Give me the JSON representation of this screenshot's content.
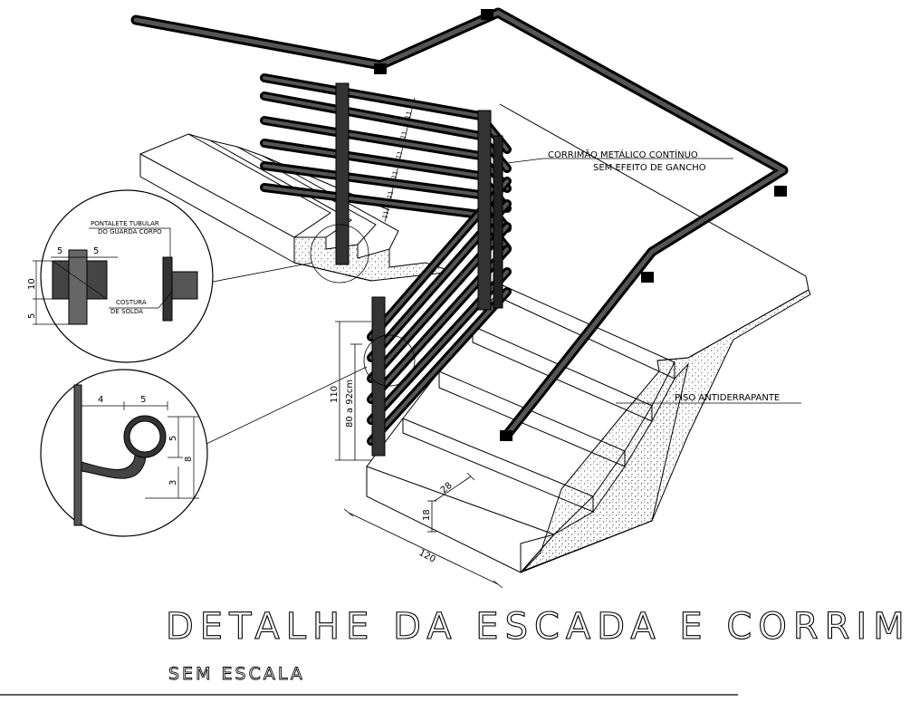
{
  "title": "DETALHE DA ESCADA E CORRIMÃO",
  "subtitle": "SEM ESCALA",
  "labels": {
    "handrail_line1": "CORRIMÃO METÁLICO CONTÍNUO",
    "handrail_line2": "SEM EFEITO DE GANCHO",
    "floor": "PISO ANTIDERRAPANTE",
    "post_line1": "PONTALETE TUBULAR",
    "post_line2": "DO GUARDA CORPO",
    "weld_line1": "COSTURA",
    "weld_line2": "DE SOLDA"
  },
  "dimensions": {
    "stair_width": "120",
    "riser": "18",
    "tread": "28",
    "guard_height": "110",
    "handrail_height": "80 a 92cm",
    "post_a": "5",
    "post_b": "5",
    "post_c": "10",
    "post_d": "5",
    "bracket_a": "4",
    "bracket_b": "5",
    "bracket_c": "5",
    "bracket_d": "8",
    "bracket_e": "3",
    "baluster_gap": "11"
  },
  "colors": {
    "ink": "#000000",
    "rail": "#4a4a4a",
    "background": "#ffffff"
  }
}
